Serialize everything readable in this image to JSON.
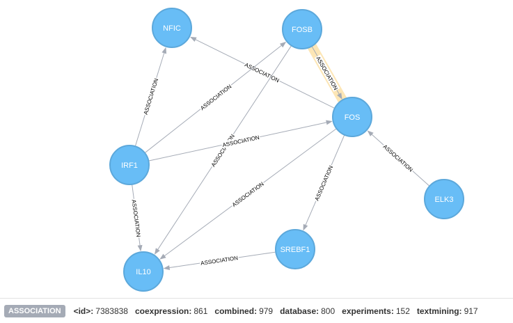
{
  "nodes": [
    {
      "id": "NFIC",
      "label": "NFIC"
    },
    {
      "id": "FOSB",
      "label": "FOSB"
    },
    {
      "id": "FOS",
      "label": "FOS"
    },
    {
      "id": "IRF1",
      "label": "IRF1"
    },
    {
      "id": "ELK3",
      "label": "ELK3"
    },
    {
      "id": "SREBF1",
      "label": "SREBF1"
    },
    {
      "id": "IL10",
      "label": "IL10"
    }
  ],
  "edges": [
    {
      "source": "FOS",
      "target": "NFIC",
      "label": "ASSOCIATION"
    },
    {
      "source": "IRF1",
      "target": "NFIC",
      "label": "ASSOCIATION"
    },
    {
      "source": "IRF1",
      "target": "FOSB",
      "label": "ASSOCIATION"
    },
    {
      "source": "FOSB",
      "target": "FOS",
      "label": "ASSOCIATION",
      "selected": true
    },
    {
      "source": "FOSB",
      "target": "IL10",
      "label": "ASSOCIATION"
    },
    {
      "source": "IRF1",
      "target": "FOS",
      "label": "ASSOCIATION"
    },
    {
      "source": "ELK3",
      "target": "FOS",
      "label": "ASSOCIATION"
    },
    {
      "source": "FOS",
      "target": "IL10",
      "label": "ASSOCIATION"
    },
    {
      "source": "FOS",
      "target": "SREBF1",
      "label": "ASSOCIATION"
    },
    {
      "source": "IRF1",
      "target": "IL10",
      "label": "ASSOCIATION"
    },
    {
      "source": "SREBF1",
      "target": "IL10",
      "label": "ASSOCIATION"
    }
  ],
  "footer": {
    "type_label": "ASSOCIATION",
    "properties": [
      {
        "key": "<id>:",
        "value": "7383838"
      },
      {
        "key": "coexpression:",
        "value": "861"
      },
      {
        "key": "combined:",
        "value": "979"
      },
      {
        "key": "database:",
        "value": "800"
      },
      {
        "key": "experiments:",
        "value": "152"
      },
      {
        "key": "textmining:",
        "value": "917"
      }
    ]
  }
}
